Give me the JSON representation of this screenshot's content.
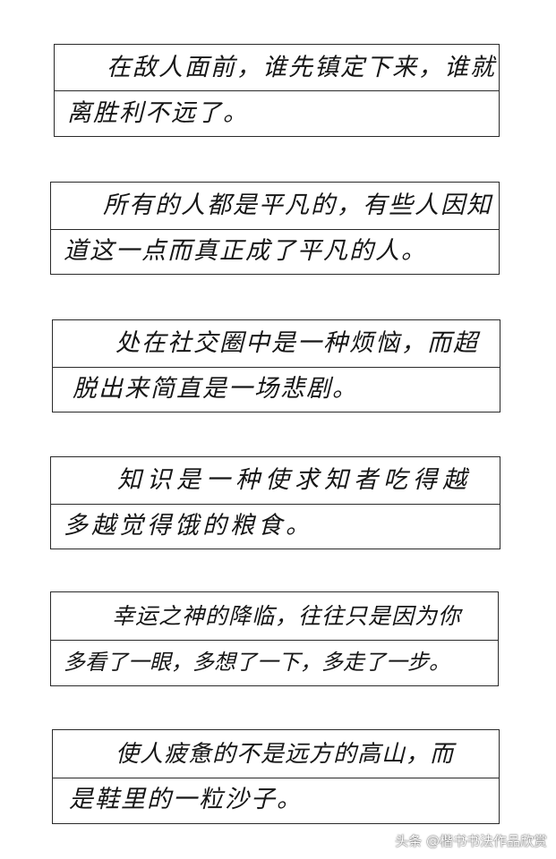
{
  "passages": [
    {
      "line1": "在敌人面前，谁先镇定下来，谁就",
      "line2": "离胜利不远了。"
    },
    {
      "line1": "所有的人都是平凡的，有些人因知",
      "line2": "道这一点而真正成了平凡的人。"
    },
    {
      "line1": "处在社交圈中是一种烦恼，而超",
      "line2": "脱出来简直是一场悲剧。"
    },
    {
      "line1": "知识是一种使求知者吃得越",
      "line2": "多越觉得饿的粮食。"
    },
    {
      "line1": "幸运之神的降临，往往只是因为你",
      "line2": "多看了一眼，多想了一下，多走了一步。"
    },
    {
      "line1": "使人疲惫的不是远方的高山，而",
      "line2": "是鞋里的一粒沙子。"
    }
  ],
  "watermark": "头条 @楷书书法作品欣赏"
}
